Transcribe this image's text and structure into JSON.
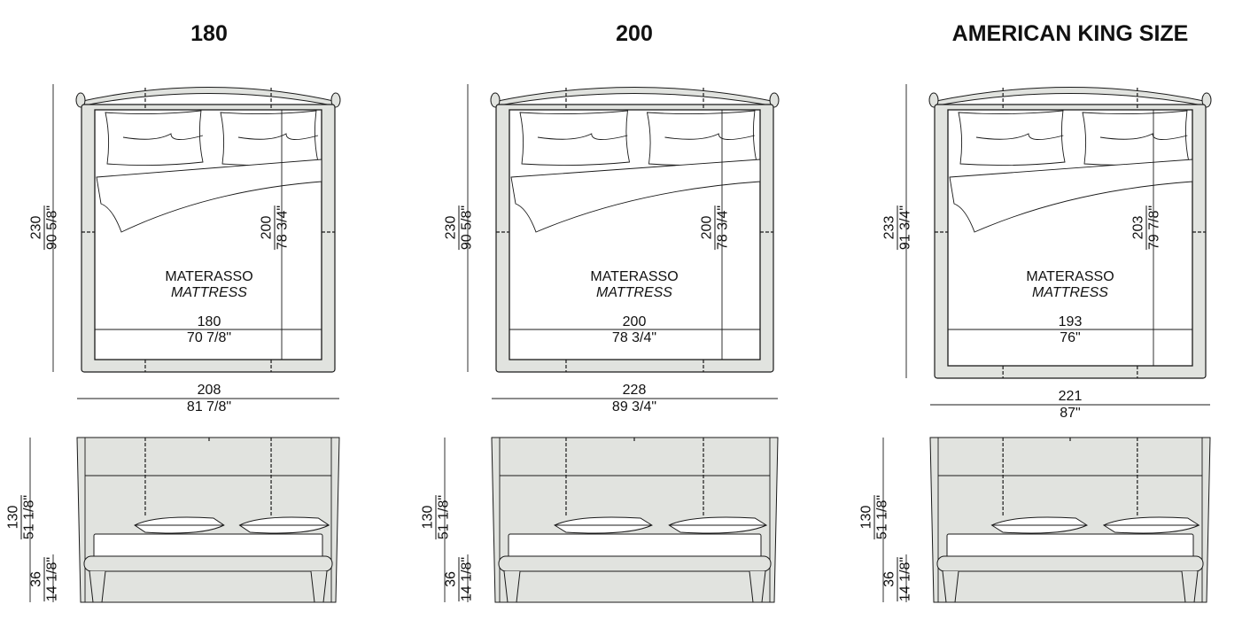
{
  "colors": {
    "upholstery": "#e1e3df",
    "line": "#1a1a1a"
  },
  "variants": [
    {
      "title": "180",
      "overall_length_cm": "230",
      "overall_length_in": "90 5/8\"",
      "mattress_length_cm": "200",
      "mattress_length_in": "78 3/4\"",
      "mattress_label": "MATERASSO",
      "mattress_label_en": "MATTRESS",
      "mattress_width_cm": "180",
      "mattress_width_in": "70 7/8\"",
      "overall_width_cm": "208",
      "overall_width_in": "81 7/8\"",
      "height_cm": "130",
      "height_in": "51 1/8\"",
      "base_height_cm": "36",
      "base_height_in": "14 1/8\""
    },
    {
      "title": "200",
      "overall_length_cm": "230",
      "overall_length_in": "90 5/8\"",
      "mattress_length_cm": "200",
      "mattress_length_in": "78 3/4\"",
      "mattress_label": "MATERASSO",
      "mattress_label_en": "MATTRESS",
      "mattress_width_cm": "200",
      "mattress_width_in": "78 3/4\"",
      "overall_width_cm": "228",
      "overall_width_in": "89 3/4\"",
      "height_cm": "130",
      "height_in": "51 1/8\"",
      "base_height_cm": "36",
      "base_height_in": "14 1/8\""
    },
    {
      "title": "AMERICAN KING SIZE",
      "overall_length_cm": "233",
      "overall_length_in": "91 3/4\"",
      "mattress_length_cm": "203",
      "mattress_length_in": "79 7/8\"",
      "mattress_label": "MATERASSO",
      "mattress_label_en": "MATTRESS",
      "mattress_width_cm": "193",
      "mattress_width_in": "76\"",
      "overall_width_cm": "221",
      "overall_width_in": "87\"",
      "height_cm": "130",
      "height_in": "51 1/8\"",
      "base_height_cm": "36",
      "base_height_in": "14 1/8\""
    }
  ]
}
